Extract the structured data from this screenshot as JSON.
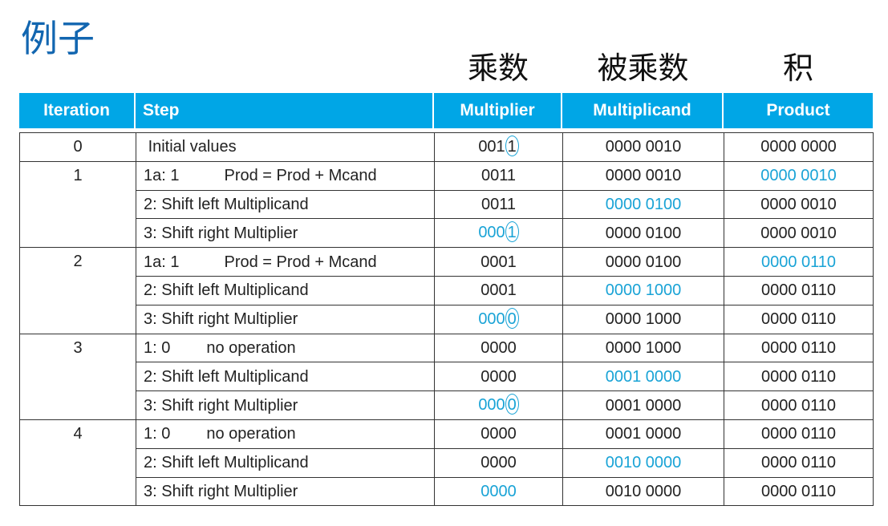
{
  "title": "例子",
  "chinese_labels": {
    "multiplier": "乘数",
    "multiplicand": "被乘数",
    "product": "积"
  },
  "header": {
    "iteration": "Iteration",
    "step": "Step",
    "multiplier": "Multiplier",
    "multiplicand": "Multiplicand",
    "product": "Product"
  },
  "colors": {
    "header_bg": "#00a6e6",
    "title": "#1266b0",
    "highlight": "#19a3d6"
  },
  "rows": [
    {
      "iteration": "0",
      "step_a": "Initial values",
      "step_b": "",
      "multiplier": "001",
      "multiplier_circle": "1",
      "multiplicand": "0000 0010",
      "product": "0000 0000"
    },
    {
      "iteration": "1",
      "step_a": "1a:  1",
      "step_b": "Prod = Prod + Mcand",
      "multiplier": "0011",
      "multiplicand": "0000 0010",
      "product": "0000 0010"
    },
    {
      "iteration": "",
      "step_a": "2:  Shift left Multiplicand",
      "step_b": "",
      "multiplier": "0011",
      "multiplicand": "0000 0100",
      "product": "0000 0010"
    },
    {
      "iteration": "",
      "step_a": "3:  Shift right Multiplier",
      "step_b": "",
      "multiplier": "000",
      "multiplier_circle": "1",
      "multiplicand": "0000 0100",
      "product": "0000 0010"
    },
    {
      "iteration": "2",
      "step_a": "1a:  1",
      "step_b": "Prod = Prod + Mcand",
      "multiplier": "0001",
      "multiplicand": "0000 0100",
      "product": "0000 0110"
    },
    {
      "iteration": "",
      "step_a": "2:  Shift left Multiplicand",
      "step_b": "",
      "multiplier": "0001",
      "multiplicand": "0000 1000",
      "product": "0000 0110"
    },
    {
      "iteration": "",
      "step_a": "3:  Shift right Multiplier",
      "step_b": "",
      "multiplier": "000",
      "multiplier_circle": "0",
      "multiplicand": "0000 1000",
      "product": "0000 0110"
    },
    {
      "iteration": "3",
      "step_a": "1:  0",
      "step_b": "no operation",
      "multiplier": "0000",
      "multiplicand": "0000 1000",
      "product": "0000 0110"
    },
    {
      "iteration": "",
      "step_a": "2:  Shift left Multiplicand",
      "step_b": "",
      "multiplier": "0000",
      "multiplicand": "0001 0000",
      "product": "0000 0110"
    },
    {
      "iteration": "",
      "step_a": "3:  Shift right Multiplier",
      "step_b": "",
      "multiplier": "000",
      "multiplier_circle": "0",
      "multiplicand": "0001 0000",
      "product": "0000 0110"
    },
    {
      "iteration": "4",
      "step_a": "1:  0",
      "step_b": "no operation",
      "multiplier": "0000",
      "multiplicand": "0001 0000",
      "product": "0000 0110"
    },
    {
      "iteration": "",
      "step_a": "2:  Shift left Multiplicand",
      "step_b": "",
      "multiplier": "0000",
      "multiplicand": "0010 0000",
      "product": "0000 0110"
    },
    {
      "iteration": "",
      "step_a": "3:  Shift right Multiplier",
      "step_b": "",
      "multiplier": "0000",
      "multiplicand": "0010 0000",
      "product": "0000 0110"
    }
  ]
}
